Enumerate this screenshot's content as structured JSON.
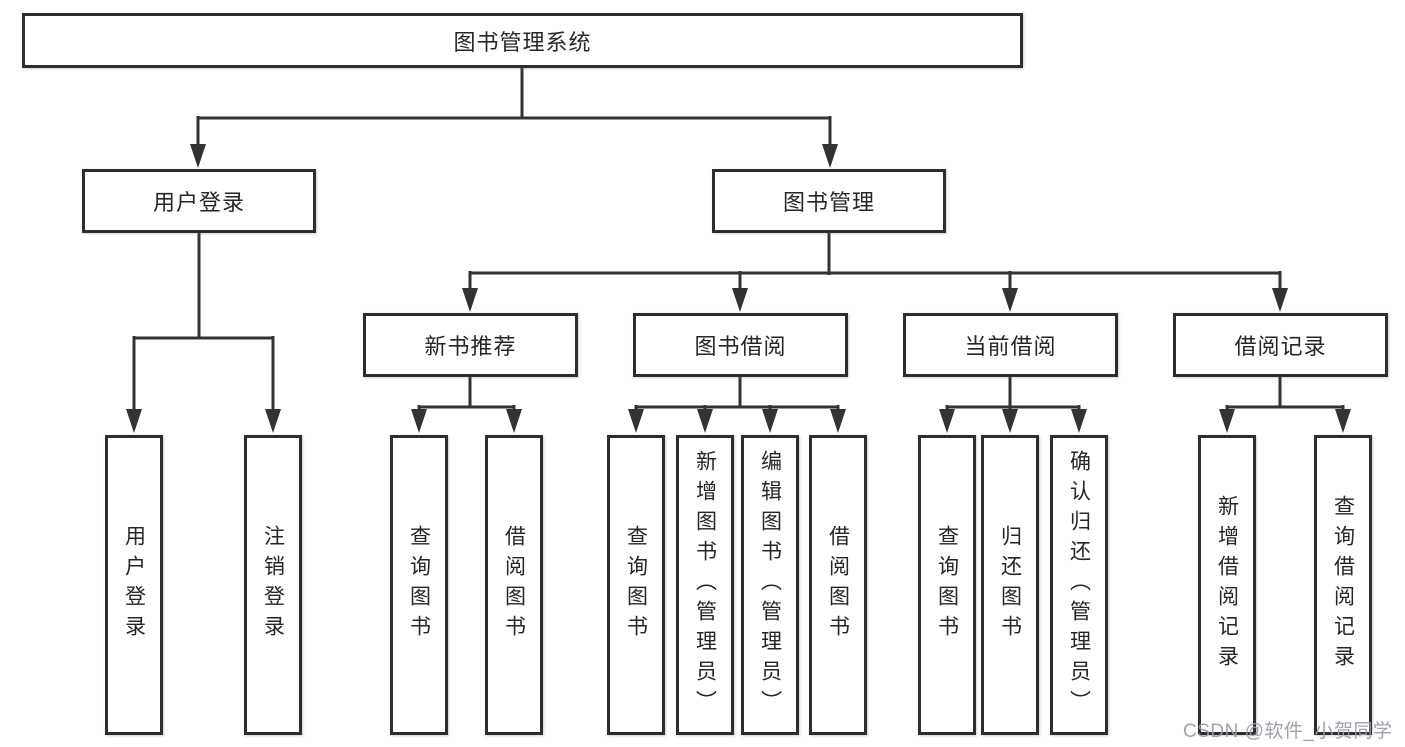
{
  "diagram": {
    "root": {
      "label": "图书管理系统"
    },
    "branches": [
      {
        "label": "用户登录",
        "children": [
          "用户登录",
          "注销登录"
        ]
      },
      {
        "label": "图书管理",
        "sections": [
          {
            "label": "新书推荐",
            "children": [
              "查询图书",
              "借阅图书"
            ]
          },
          {
            "label": "图书借阅",
            "children": [
              "查询图书",
              "新增图书（管理员）",
              "编辑图书（管理员）",
              "借阅图书"
            ]
          },
          {
            "label": "当前借阅",
            "children": [
              "查询图书",
              "归还图书",
              "确认归还（管理员）"
            ]
          },
          {
            "label": "借阅记录",
            "children": [
              "新增借阅记录",
              "查询借阅记录"
            ]
          }
        ]
      }
    ]
  },
  "watermark": "CSDN @软件_小贺同学",
  "colors": {
    "line": "#333333",
    "box_border": "#2d2d2d",
    "text": "#262626",
    "watermark": "#9c9ca6",
    "background": "#ffffff"
  }
}
